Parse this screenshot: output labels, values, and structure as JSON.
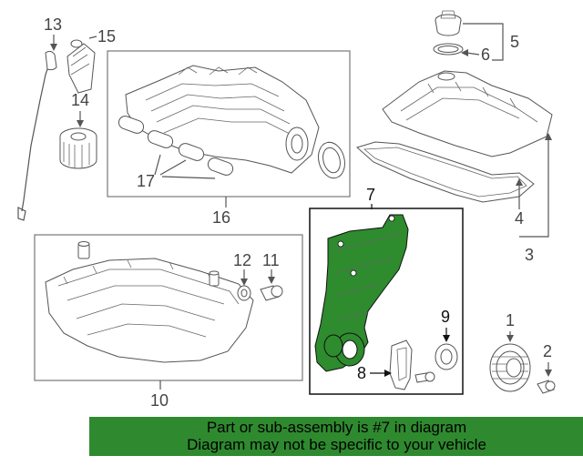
{
  "diagram": {
    "callouts": {
      "c1": "1",
      "c2": "2",
      "c3": "3",
      "c4": "4",
      "c5": "5",
      "c6": "6",
      "c7": "7",
      "c8": "8",
      "c9": "9",
      "c10": "10",
      "c11": "11",
      "c12": "12",
      "c13": "13",
      "c14": "14",
      "c15": "15",
      "c16": "16",
      "c17": "17"
    },
    "highlight_color": "#2e8b2e"
  },
  "banner": {
    "line1": "Part or sub-assembly is #7 in diagram",
    "line2": "Diagram may not be specific to your vehicle",
    "background": "#2f8a2f"
  }
}
